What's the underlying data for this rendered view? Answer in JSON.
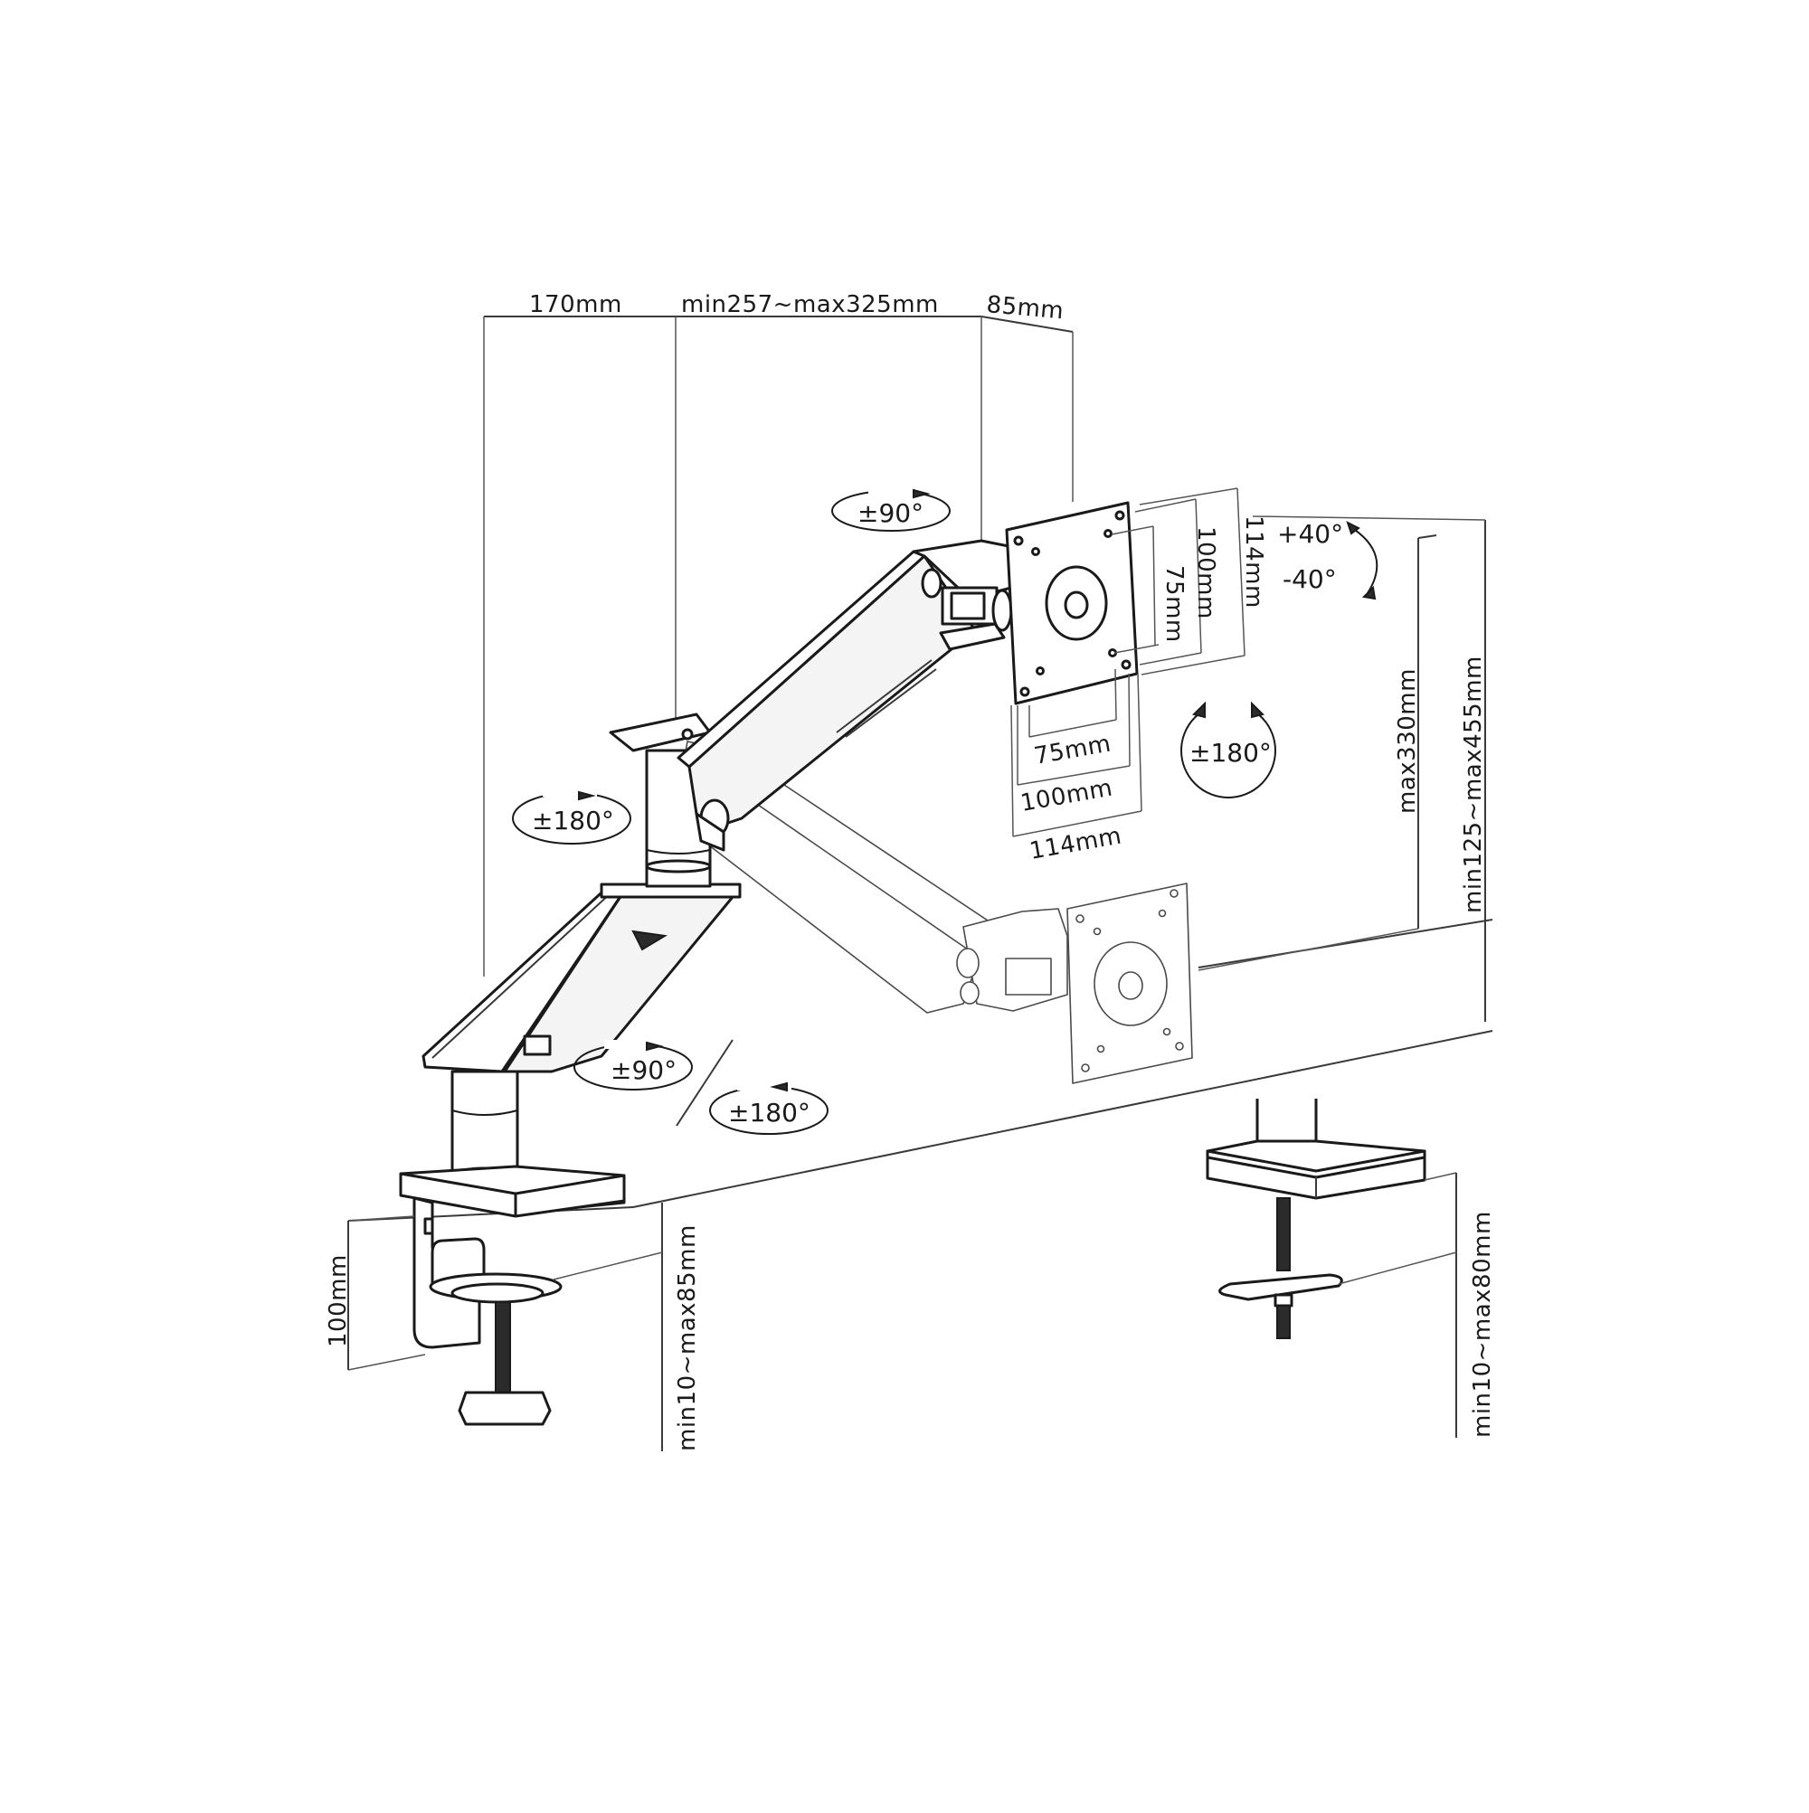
{
  "diagram": {
    "title": "Single monitor gas-spring arm mounting dimensions",
    "colors": {
      "line": "#1a1a1a",
      "background": "#ffffff",
      "ghost_line": "#4a4a4a"
    }
  },
  "top_dimensions": {
    "base_to_joint": "170mm",
    "forearm_length": "min257~max325mm",
    "head_depth": "85mm"
  },
  "vesa": {
    "vertical": [
      "75mm",
      "100mm",
      "114mm"
    ],
    "horizontal": [
      "75mm",
      "100mm",
      "114mm"
    ]
  },
  "rotations": {
    "tilt_up": "+40°",
    "tilt_down": "-40°",
    "head_swivel": "±90°",
    "screen_rotation": "±180°",
    "elbow_swivel": "±180°",
    "base_arm_swivel": "±90°",
    "base_pole_swivel": "±180°"
  },
  "height_dimensions": {
    "height_travel": "max330mm",
    "vesa_height_range": "min125~max455mm"
  },
  "clamp": {
    "clamp_height": "100mm",
    "c_clamp_range": "min10~max85mm",
    "grommet_range": "min10~max80mm"
  }
}
